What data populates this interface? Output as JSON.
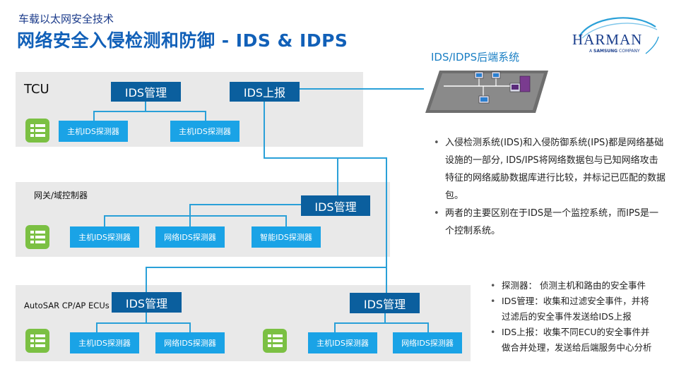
{
  "header": {
    "subtitle": "车载以太网安全技术",
    "title": "网络安全入侵检测和防御 - IDS & IDPS"
  },
  "logo": {
    "brand": "HARMAN",
    "tagline_prefix": "A",
    "tagline_brand": "SAMSUNG",
    "tagline_suffix": "COMPANY"
  },
  "backend": {
    "label": "IDS/IDPS后端系统"
  },
  "tcu": {
    "label": "TCU",
    "ids_management": "IDS管理",
    "ids_report": "IDS上报",
    "probes": [
      "主机IDS探测器",
      "主机IDS探测器"
    ]
  },
  "gateway": {
    "label": "网关/域控制器",
    "ids_management": "IDS管理",
    "probes": [
      "主机IDS探测器",
      "网络IDS探测器",
      "智能IDS探测器"
    ]
  },
  "autosar": {
    "label": "AutoSAR CP/AP ECUs",
    "left_ids_management": "IDS管理",
    "left_probes": [
      "主机IDS探测器",
      "网络IDS探测器"
    ],
    "right_ids_management": "IDS管理",
    "right_probes": [
      "主机IDS探测器",
      "网络IDS探测器"
    ]
  },
  "description": [
    "入侵检测系统(IDS)和入侵防御系统(IPS)都是网络基础设施的一部分, IDS/IPS将网络数据包与已知网络攻击特征的网络威胁数据库进行比较，并标记已匹配的数据包。",
    "两者的主要区别在于IDS是一个监控系统，而IPS是一个控制系统。"
  ],
  "legend": [
    "探测器： 侦测主机和路由的安全事件",
    "IDS管理：收集和过滤安全事件，并将",
    "过滤后的安全事件发送给IDS上报",
    "IDS上报：收集不同ECU的安全事件并",
    "做合并处理，发送给后端服务中心分析"
  ],
  "colors": {
    "title_blue": "#1160b8",
    "dark_button": "#0b5f9e",
    "light_button": "#1aa3e6",
    "connector": "#2aa0d8",
    "panel": "#e9e9e9",
    "icon_green": "#7bc043"
  },
  "icons": [
    "document-list-icon",
    "network-computers-icon",
    "harman-logo-icon"
  ]
}
